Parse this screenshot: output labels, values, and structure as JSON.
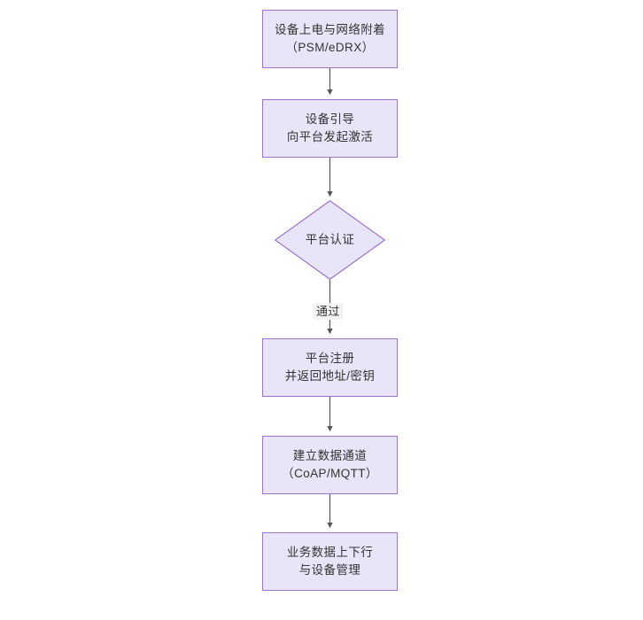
{
  "diagram": {
    "type": "flowchart",
    "orientation": "top-to-bottom",
    "background_color": "#ffffff",
    "node_fill_color": "#e9e5f8",
    "node_border_color": "#9a76cc",
    "node_text_color": "#333333",
    "connector_color": "#555555",
    "nodes": [
      {
        "id": "power-on",
        "shape": "rectangle",
        "lines": [
          "设备上电与网络附着",
          "（PSM/eDRX）"
        ]
      },
      {
        "id": "bootstrap",
        "shape": "rectangle",
        "lines": [
          "设备引导",
          "向平台发起激活"
        ]
      },
      {
        "id": "platform-auth",
        "shape": "diamond",
        "lines": [
          "平台认证"
        ]
      },
      {
        "id": "platform-register",
        "shape": "rectangle",
        "lines": [
          "平台注册",
          "并返回地址/密钥"
        ]
      },
      {
        "id": "data-channel",
        "shape": "rectangle",
        "lines": [
          "建立数据通道",
          "（CoAP/MQTT）"
        ]
      },
      {
        "id": "business-data",
        "shape": "rectangle",
        "lines": [
          "业务数据上下行",
          "与设备管理"
        ]
      }
    ],
    "edges": [
      {
        "id": "e1",
        "from": "power-on",
        "to": "bootstrap",
        "label": ""
      },
      {
        "id": "e2",
        "from": "bootstrap",
        "to": "platform-auth",
        "label": ""
      },
      {
        "id": "e3",
        "from": "platform-auth",
        "to": "platform-register",
        "label": "通过"
      },
      {
        "id": "e4",
        "from": "platform-register",
        "to": "data-channel",
        "label": ""
      },
      {
        "id": "e5",
        "from": "data-channel",
        "to": "business-data",
        "label": ""
      }
    ]
  }
}
